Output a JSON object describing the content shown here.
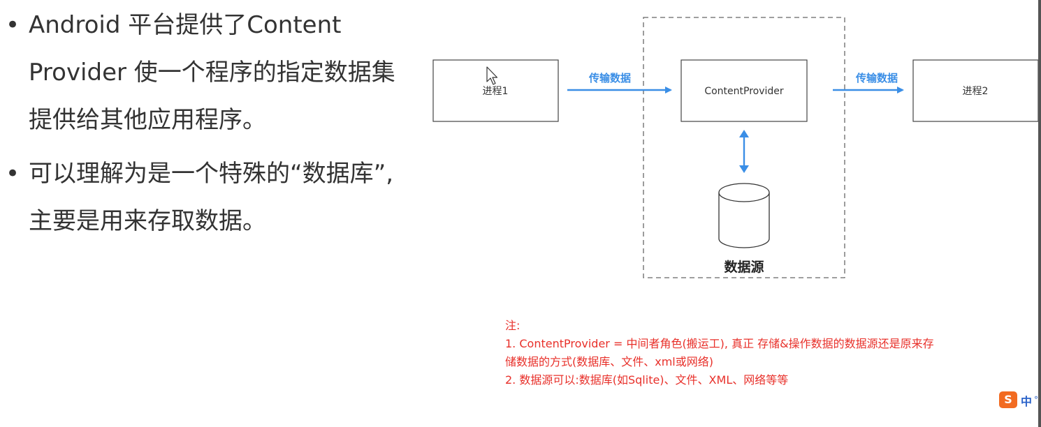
{
  "bullets": [
    {
      "symbol": "•",
      "text": "Android 平台提供了Content\nProvider 使一个程序的指定数据集\n提供给其他应用程序。"
    },
    {
      "symbol": "•",
      "text": "可以理解为是一个特殊的“数据库”,\n主要是用来存取数据。"
    }
  ],
  "diagram": {
    "nodes": {
      "process1": "进程1",
      "content_provider": "ContentProvider",
      "process2": "进程2",
      "data_source": "数据源"
    },
    "edges": {
      "left": "传输数据",
      "right": "传输数据"
    },
    "colors": {
      "arrow": "#3a8ee6",
      "box_border": "#444444",
      "dashed_border": "#666666"
    }
  },
  "notes": {
    "title": "注:",
    "line1": "1. ContentProvider = 中间者角色(搬运工), 真正 存储&操作数据的数据源还是原来存",
    "line2": "储数据的方式(数据库、文件、xml或网络)",
    "line3": "2. 数据源可以:数据库(如Sqlite)、文件、XML、网络等等",
    "color": "#e8302a"
  },
  "ime": {
    "icon_letter": "S",
    "text": "中",
    "dot": "°"
  }
}
